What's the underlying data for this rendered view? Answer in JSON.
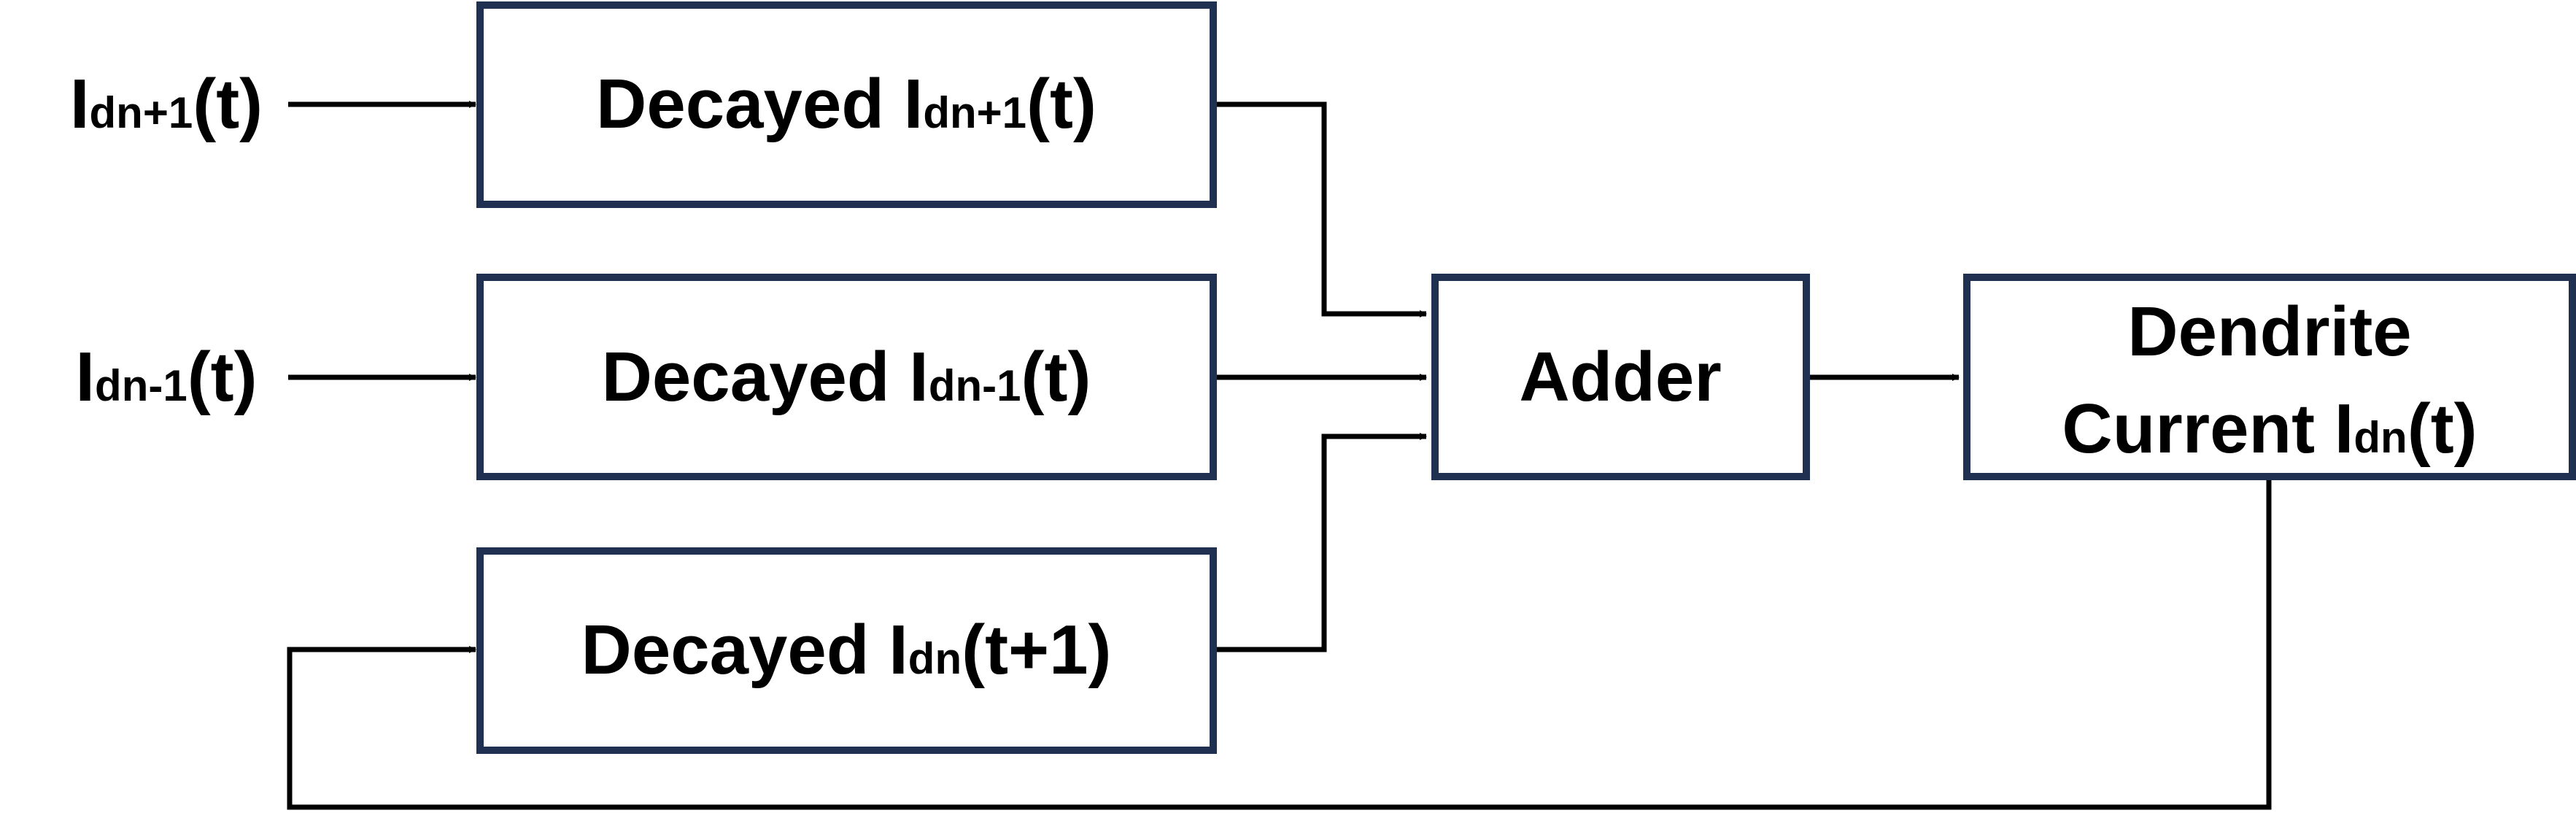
{
  "colors": {
    "box_border": "#1f3050",
    "wire": "#000000",
    "text": "#000000",
    "background": "#ffffff"
  },
  "inputs": {
    "in_top": {
      "main": "I",
      "sub": "dn+1",
      "tail": "(t)"
    },
    "in_mid": {
      "main": "I",
      "sub": "dn-1",
      "tail": "(t)"
    }
  },
  "blocks": {
    "decayed_top": {
      "main": "Decayed I",
      "sub": "dn+1",
      "tail": "(t)"
    },
    "decayed_mid": {
      "main": "Decayed I",
      "sub": "dn-1",
      "tail": "(t)"
    },
    "decayed_bottom": {
      "main": "Decayed I",
      "sub": "dn",
      "tail": "(t+1)"
    },
    "adder": {
      "label": "Adder"
    },
    "dendrite": {
      "line1": "Dendrite",
      "line2_main": "Current I",
      "line2_sub": "dn",
      "line2_tail": "(t)"
    }
  }
}
